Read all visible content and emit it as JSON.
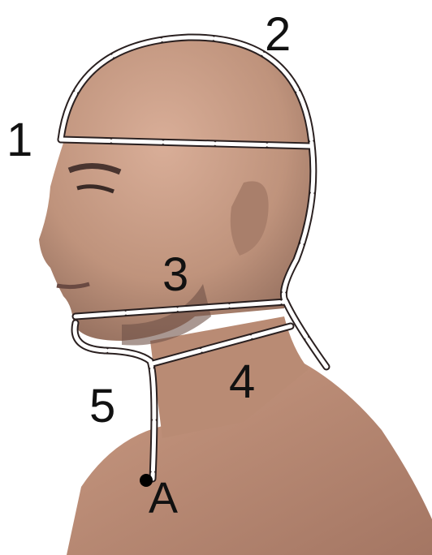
{
  "labels": {
    "one": "1",
    "two": "2",
    "three": "3",
    "four": "4",
    "five": "5",
    "point_a": "A"
  },
  "colors": {
    "skin": "#c89c84",
    "skin_dark": "#8a6a5c",
    "tube": "#ffffff",
    "tube_outline": "#2a2020",
    "text": "#111111"
  }
}
